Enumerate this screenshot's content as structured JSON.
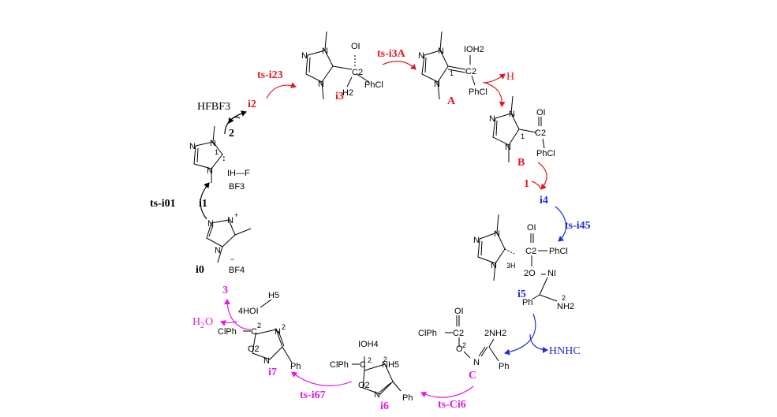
{
  "colors": {
    "black": "#000000",
    "red": "#e0191f",
    "blue": "#1f2fd6",
    "magenta": "#e01ae0"
  },
  "labels": {
    "i0": "i0",
    "i1": "i1",
    "i2": "i2",
    "i3": "i3",
    "A": "A",
    "B": "B",
    "i4": "i4",
    "i5": "i5",
    "C": "C",
    "i6": "i6",
    "i7": "i7",
    "ts_i01": "ts-i01",
    "ts_i23": "ts-i23",
    "ts_i3A": "ts-i3A",
    "ts_i45": "ts-i45",
    "ts_Ci6": "ts-Ci6",
    "ts_i67": "ts-i67",
    "hfbf3": "HFBF3",
    "two": "2",
    "one": "1",
    "three": "3",
    "h": "H",
    "hnhc": "HNHC",
    "h2o_main": "H",
    "h2o_sub": "2",
    "h2o_o": "O"
  },
  "atoms": {
    "N": "N",
    "N1": "1",
    "C1": "1",
    "C2": "C2",
    "O": "O",
    "OI": "OI",
    "PhCl": "PhCl",
    "ClPh": "ClPh",
    "Ph": "Ph",
    "H2": "H2",
    "IOH2": "IOH2",
    "IH_F": "IH—F",
    "BF3": "BF3",
    "BF4": "BF4",
    "plus": "+",
    "minus": "−",
    "colon": ":",
    "H3": "3H",
    "NI": "NI",
    "twoO": "2O",
    "NH2": "NH2",
    "twoNH2": "2NH2",
    "two": "2",
    "O2": "O2",
    "IOH4": "IOH4",
    "NH5": "NH5",
    "H5": "H5",
    "fourHOI": "4HOI",
    "five": "5",
    "C": "C"
  }
}
